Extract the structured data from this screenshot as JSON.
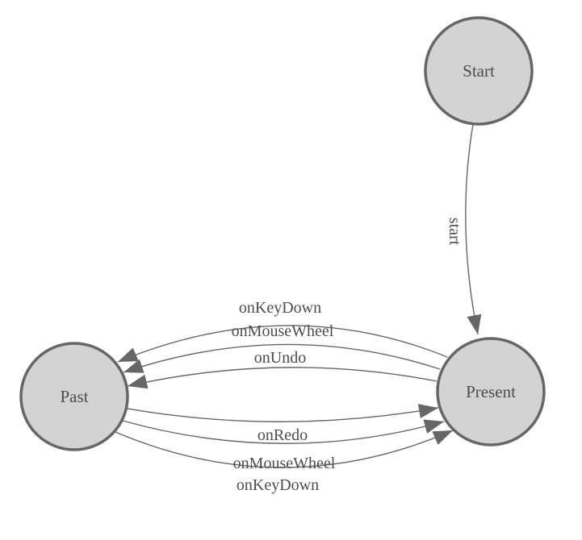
{
  "diagram": {
    "type": "state-diagram",
    "colors": {
      "background": "#ffffff",
      "node_fill": "#d3d3d3",
      "node_stroke": "#666666",
      "edge_stroke": "#666666",
      "arrow_fill": "#666666",
      "text": "#4d4d4d"
    },
    "nodes": [
      {
        "id": "start",
        "label": "Start"
      },
      {
        "id": "past",
        "label": "Past"
      },
      {
        "id": "present",
        "label": "Present"
      }
    ],
    "edges": [
      {
        "from": "Start",
        "to": "Present",
        "label": "start"
      },
      {
        "from": "Present",
        "to": "Past",
        "label": "onKeyDown"
      },
      {
        "from": "Present",
        "to": "Past",
        "label": "onMouseWheel"
      },
      {
        "from": "Present",
        "to": "Past",
        "label": "onUndo"
      },
      {
        "from": "Past",
        "to": "Present",
        "label": "onRedo"
      },
      {
        "from": "Past",
        "to": "Present",
        "label": "onMouseWheel"
      },
      {
        "from": "Past",
        "to": "Present",
        "label": "onKeyDown"
      }
    ]
  }
}
